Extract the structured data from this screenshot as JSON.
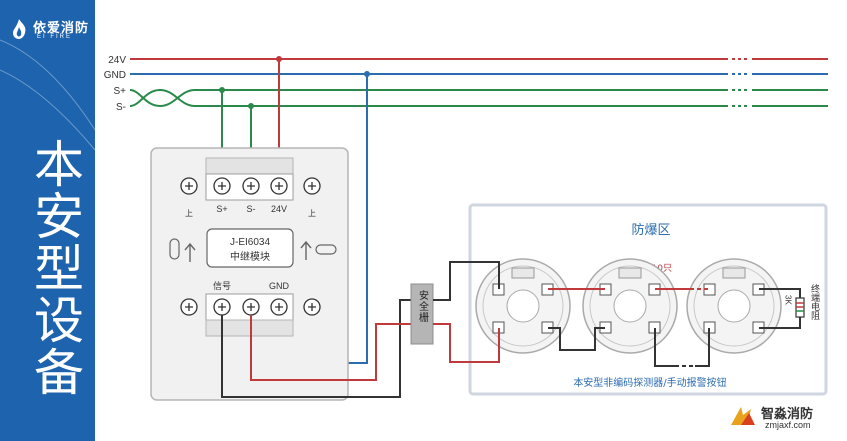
{
  "brand": {
    "name_cn": "依爱消防",
    "name_en": "EI FIRE"
  },
  "side_title": "本安型设备",
  "bus_labels": {
    "v24": "24V",
    "gnd": "GND",
    "splus": "S+",
    "sminus": "S-"
  },
  "module": {
    "top_terminals": [
      "S+",
      "S-",
      "24V"
    ],
    "up_left": "上",
    "up_right": "上",
    "model": "J-EI6034",
    "name": "中继模块",
    "bottom_terminals": [
      "信号",
      "",
      "GND"
    ]
  },
  "barrier_label": "安全栅",
  "zone": {
    "title": "防爆区",
    "count_label": "≤10只",
    "caption": "本安型非编码探测器/手动报警按钮",
    "terminal_resistor_label": "终端电阻",
    "resistor_value": "3K"
  },
  "watermark": {
    "text": "智淼消防",
    "url": "zmjaxf.com"
  },
  "colors": {
    "sidebar": "#1d63ad",
    "red": "#c0393b",
    "blue": "#2c6cb0",
    "green": "#2b8a4b",
    "dark": "#333333"
  }
}
